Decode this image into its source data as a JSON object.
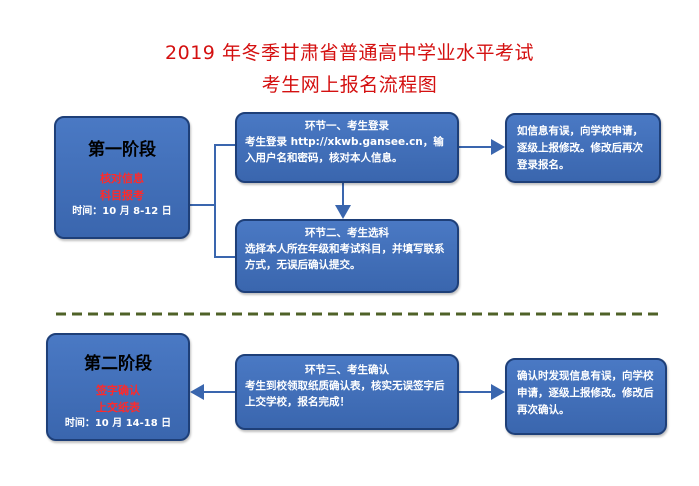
{
  "title_line1": "2019 年冬季甘肃省普通高中学业水平考试",
  "title_line2": "考生网上报名流程图",
  "stage1": {
    "name": "第一阶段",
    "tasks": [
      "核对信息",
      "科目报考"
    ],
    "time": "时间：10 月 8-12 日"
  },
  "step1": {
    "head": "环节一、考生登录",
    "body": "考生登录 http://xkwb.gansee.cn，输入用户名和密码，核对本人信息。"
  },
  "note1": {
    "body": "如信息有误，向学校申请，逐级上报修改。修改后再次登录报名。"
  },
  "step2": {
    "head": "环节二、考生选科",
    "body": "选择本人所在年级和考试科目，并填写联系方式，无误后确认提交。"
  },
  "stage2": {
    "name": "第二阶段",
    "tasks": [
      "签字确认",
      "上交纸表"
    ],
    "time": "时间：10 月 14-18 日"
  },
  "step3": {
    "head": "环节三、考生确认",
    "body": "考生到校领取纸质确认表，核实无误签字后上交学校，报名完成！"
  },
  "note2": {
    "body": "确认时发现信息有误，向学校申请，逐级上报修改。修改后再次确认。"
  },
  "colors": {
    "title": "#d41010",
    "box_fill": "#4472c4",
    "box_border": "#1e3f78",
    "stage_tasks": "#ff2a2a",
    "divider": "#4f6228"
  }
}
